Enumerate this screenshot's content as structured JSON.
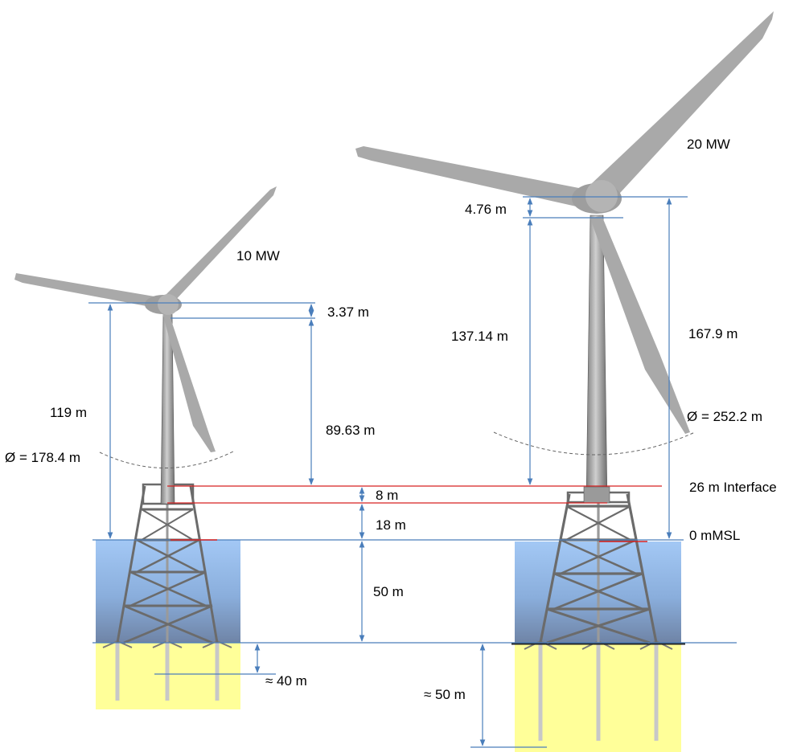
{
  "turbines": [
    {
      "id": "10mw",
      "rating": "10 MW",
      "hub_offset": "3.37 m",
      "tower_height": "89.63 m",
      "hub_height": "119 m",
      "rotor_diameter": "Ø = 178.4 m",
      "pile_depth": "≈ 40 m"
    },
    {
      "id": "20mw",
      "rating": "20 MW",
      "hub_offset": "4.76 m",
      "tower_height": "137.14 m",
      "hub_height": "167.9 m",
      "rotor_diameter": "Ø = 252.2 m",
      "pile_depth": "≈ 50 m"
    }
  ],
  "shared": {
    "interface_gap": "8 m",
    "platform_height": "18 m",
    "water_depth": "50 m",
    "interface_label": "26 m Interface",
    "msl_label": "0 mMSL"
  },
  "colors": {
    "dimension_line": "#4a7ebb",
    "interface_line": "#d62020",
    "water_top": "#9dc3f2",
    "water_bottom": "#6f86a8",
    "seabed_soil": "#ffff99",
    "structure": "#8a8a8a"
  }
}
